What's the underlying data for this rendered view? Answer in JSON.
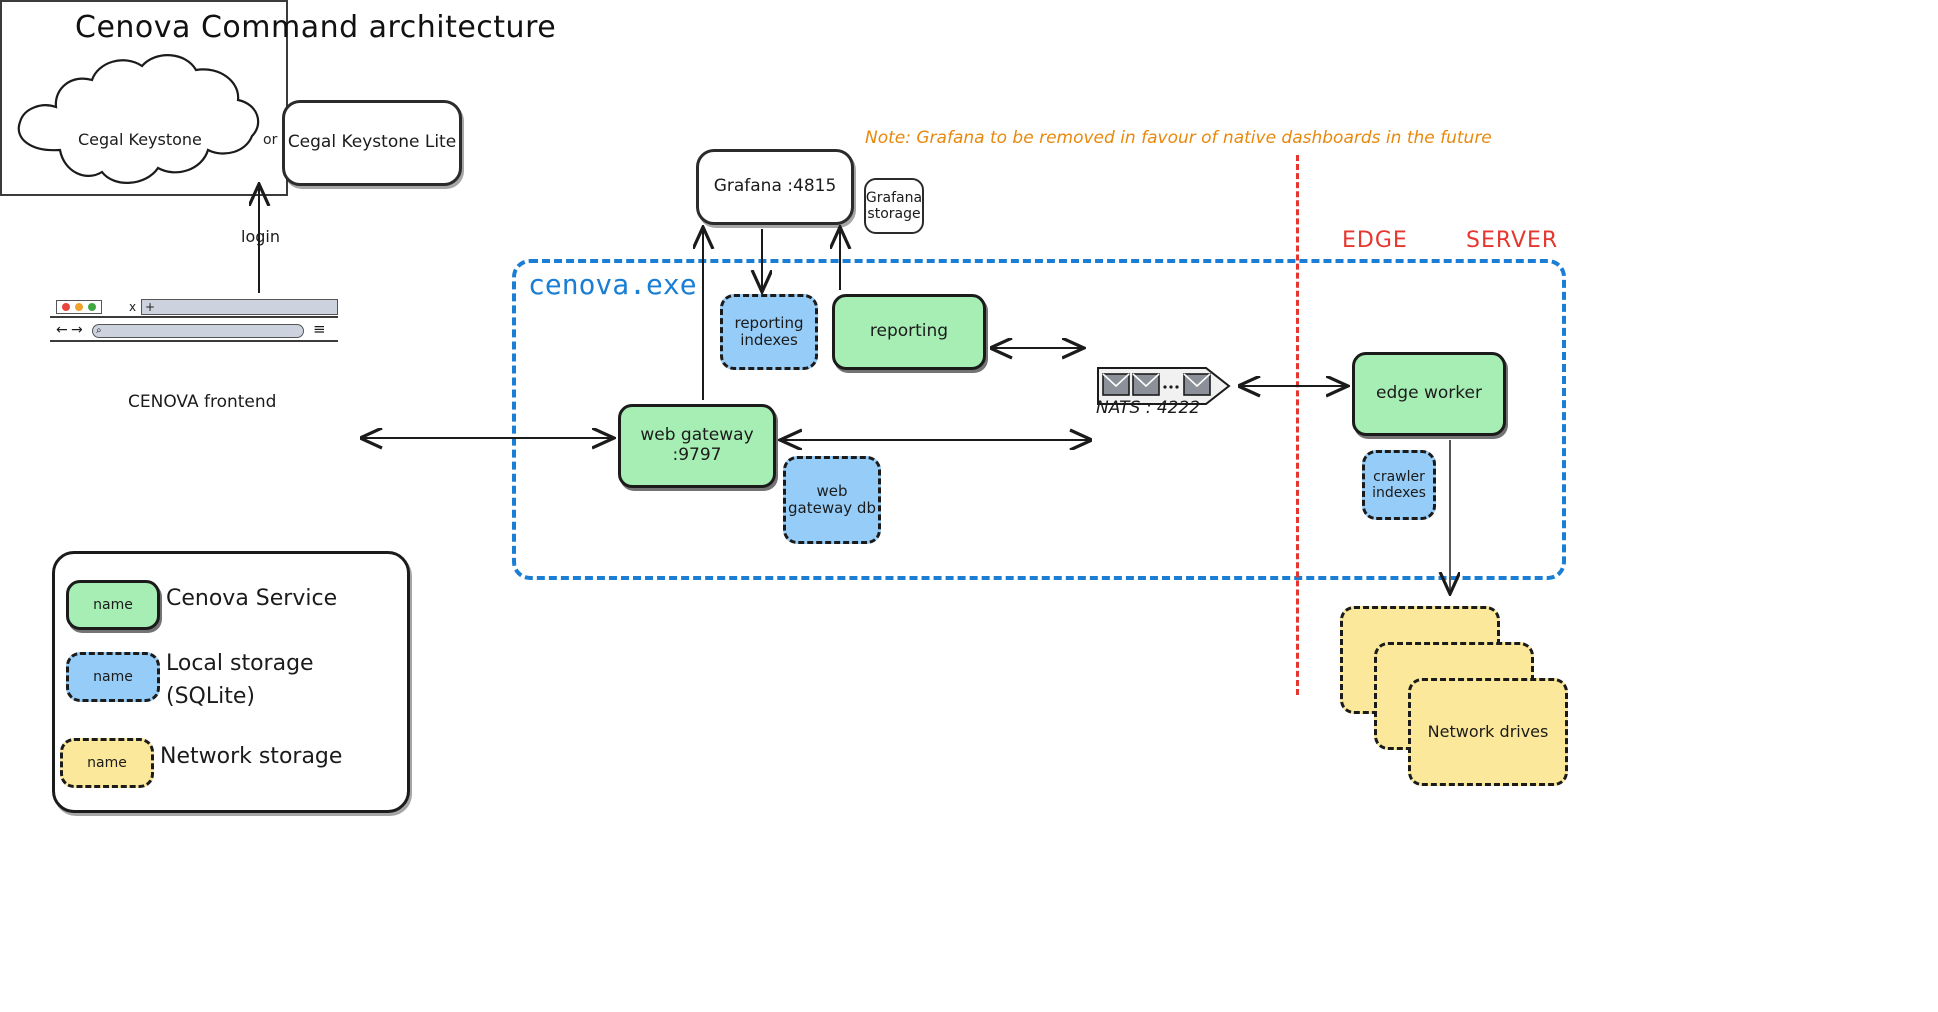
{
  "title": "Cenova Command architecture",
  "note": "Note: Grafana to be removed in favour of native dashboards in the future",
  "colors": {
    "service": "#a6eeb4",
    "local_storage": "#96ccf8",
    "network_storage": "#fbe89a",
    "container_border": "#1a7fd4",
    "zone_divider": "#e5362f",
    "note_text": "#e8880c"
  },
  "identity": {
    "cloud_label": "Cegal Keystone",
    "or_label": "or",
    "lite_label": "Cegal Keystone Lite",
    "login_edge_label": "login"
  },
  "browser": {
    "frontend_label": "CENOVA frontend",
    "tab_close": "x",
    "tab_new": "+",
    "nav_back": "←",
    "nav_forward": "→",
    "search_glyph": "⌕",
    "menu_glyph": "≡"
  },
  "legend": {
    "items": [
      {
        "chip": "name",
        "label": "Cenova Service",
        "kind": "service"
      },
      {
        "chip": "name",
        "label": "Local storage\n(SQLite)",
        "label_line1": "Local storage",
        "label_line2": "(SQLite)",
        "kind": "local_storage"
      },
      {
        "chip": "name",
        "label": "Network storage",
        "kind": "network_storage"
      }
    ]
  },
  "zones": {
    "container_label": "cenova.exe",
    "server_label": "SERVER",
    "edge_label": "EDGE"
  },
  "nodes": {
    "grafana": "Grafana :4815",
    "grafana_storage_line1": "Grafana",
    "grafana_storage_line2": "storage",
    "reporting_indexes_line1": "reporting",
    "reporting_indexes_line2": "indexes",
    "reporting": "reporting",
    "web_gateway_line1": "web gateway",
    "web_gateway_line2": ":9797",
    "web_gateway_db_line1": "web",
    "web_gateway_db_line2": "gateway db",
    "nats": "NATS : 4222",
    "edge_worker": "edge worker",
    "crawler_indexes_line1": "crawler",
    "crawler_indexes_line2": "indexes",
    "network_drives": "Network drives"
  }
}
